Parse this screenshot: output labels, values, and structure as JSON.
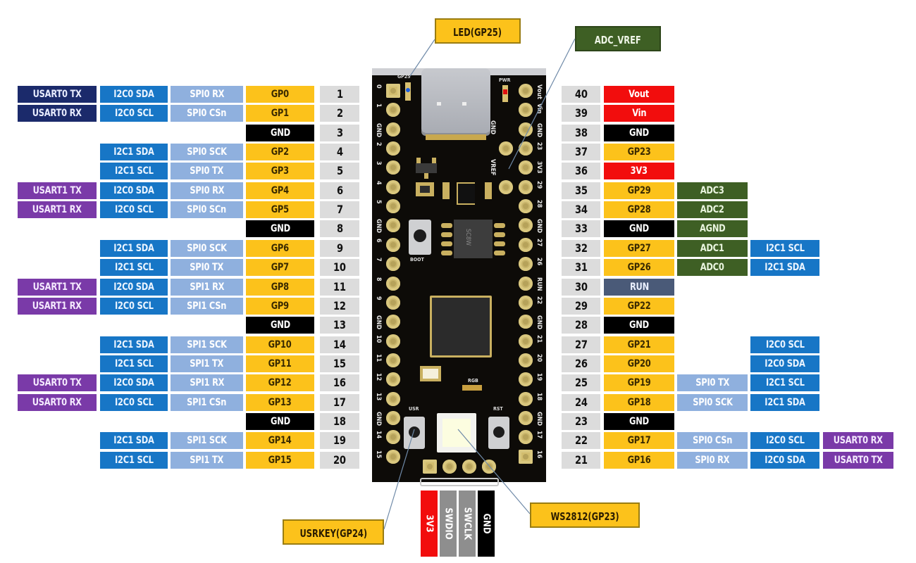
{
  "colors": {
    "usart0": "#1b2a6b",
    "usart1": "#7a3aa8",
    "i2c": "#1776c6",
    "spi": "#8fb0de",
    "gpio": "#fcc21b",
    "gnd": "#000000",
    "power": "#f20d0d",
    "adc": "#3e5f24",
    "run": "#4a5a78",
    "pin_number": "#dcdcdc",
    "board": "#0d0b08"
  },
  "callouts": {
    "led": "LED(GP25)",
    "adc_vref": "ADC_VREF",
    "usrkey": "USRKEY(GP24)",
    "ws2812": "WS2812(GP23)"
  },
  "swd_header": [
    "3V3",
    "SWDIO",
    "SWCLK",
    "GND"
  ],
  "left_pins": [
    {
      "pin": "1",
      "gpio": "GP0",
      "spi": "SPI0 RX",
      "i2c": "I2C0 SDA",
      "usart": "USART0 TX",
      "usart_type": "usart0"
    },
    {
      "pin": "2",
      "gpio": "GP1",
      "spi": "SPI0 CSn",
      "i2c": "I2C0 SCL",
      "usart": "USART0 RX",
      "usart_type": "usart0"
    },
    {
      "pin": "3",
      "gpio": "GND"
    },
    {
      "pin": "4",
      "gpio": "GP2",
      "spi": "SPI0 SCK",
      "i2c": "I2C1 SDA"
    },
    {
      "pin": "5",
      "gpio": "GP3",
      "spi": "SPI0 TX",
      "i2c": "I2C1 SCL"
    },
    {
      "pin": "6",
      "gpio": "GP4",
      "spi": "SPI0 RX",
      "i2c": "I2C0 SDA",
      "usart": "USART1 TX",
      "usart_type": "usart1"
    },
    {
      "pin": "7",
      "gpio": "GP5",
      "spi": "SPI0 SCn",
      "i2c": "I2C0 SCL",
      "usart": "USART1 RX",
      "usart_type": "usart1"
    },
    {
      "pin": "8",
      "gpio": "GND"
    },
    {
      "pin": "9",
      "gpio": "GP6",
      "spi": "SPI0 SCK",
      "i2c": "I2C1 SDA"
    },
    {
      "pin": "10",
      "gpio": "GP7",
      "spi": "SPI0 TX",
      "i2c": "I2C1 SCL"
    },
    {
      "pin": "11",
      "gpio": "GP8",
      "spi": "SPI1 RX",
      "i2c": "I2C0 SDA",
      "usart": "USART1 TX",
      "usart_type": "usart1"
    },
    {
      "pin": "12",
      "gpio": "GP9",
      "spi": "SPI1 CSn",
      "i2c": "I2C0 SCL",
      "usart": "USART1 RX",
      "usart_type": "usart1"
    },
    {
      "pin": "13",
      "gpio": "GND"
    },
    {
      "pin": "14",
      "gpio": "GP10",
      "spi": "SPI1 SCK",
      "i2c": "I2C1 SDA"
    },
    {
      "pin": "15",
      "gpio": "GP11",
      "spi": "SPI1 TX",
      "i2c": "I2C1 SCL"
    },
    {
      "pin": "16",
      "gpio": "GP12",
      "spi": "SPI1 RX",
      "i2c": "I2C0 SDA",
      "usart": "USART0 TX",
      "usart_type": "usart1"
    },
    {
      "pin": "17",
      "gpio": "GP13",
      "spi": "SPI1 CSn",
      "i2c": "I2C0 SCL",
      "usart": "USART0 RX",
      "usart_type": "usart1"
    },
    {
      "pin": "18",
      "gpio": "GND"
    },
    {
      "pin": "19",
      "gpio": "GP14",
      "spi": "SPI1 SCK",
      "i2c": "I2C1 SDA"
    },
    {
      "pin": "20",
      "gpio": "GP15",
      "spi": "SPI1 TX",
      "i2c": "I2C1 SCL"
    }
  ],
  "right_pins": [
    {
      "pin": "40",
      "main": "Vout",
      "main_type": "pwr"
    },
    {
      "pin": "39",
      "main": "Vin",
      "main_type": "pwr"
    },
    {
      "pin": "38",
      "main": "GND",
      "main_type": "gnd"
    },
    {
      "pin": "37",
      "main": "GP23",
      "main_type": "gp"
    },
    {
      "pin": "36",
      "main": "3V3",
      "main_type": "pwr"
    },
    {
      "pin": "35",
      "main": "GP29",
      "main_type": "gp",
      "c3": "ADC3",
      "c3_type": "adc"
    },
    {
      "pin": "34",
      "main": "GP28",
      "main_type": "gp",
      "c3": "ADC2",
      "c3_type": "adc"
    },
    {
      "pin": "33",
      "main": "GND",
      "main_type": "gnd",
      "c3": "AGND",
      "c3_type": "adc"
    },
    {
      "pin": "32",
      "main": "GP27",
      "main_type": "gp",
      "c3": "ADC1",
      "c3_type": "adc",
      "c4": "I2C1 SCL"
    },
    {
      "pin": "31",
      "main": "GP26",
      "main_type": "gp",
      "c3": "ADC0",
      "c3_type": "adc",
      "c4": "I2C1 SDA"
    },
    {
      "pin": "30",
      "main": "RUN",
      "main_type": "run"
    },
    {
      "pin": "29",
      "main": "GP22",
      "main_type": "gp"
    },
    {
      "pin": "28",
      "main": "GND",
      "main_type": "gnd"
    },
    {
      "pin": "27",
      "main": "GP21",
      "main_type": "gp",
      "c4": "I2C0 SCL"
    },
    {
      "pin": "26",
      "main": "GP20",
      "main_type": "gp",
      "c4": "I2C0 SDA"
    },
    {
      "pin": "25",
      "main": "GP19",
      "main_type": "gp",
      "c3": "SPI0 TX",
      "c3_type": "spi",
      "c4": "I2C1 SCL"
    },
    {
      "pin": "24",
      "main": "GP18",
      "main_type": "gp",
      "c3": "SPI0 SCK",
      "c3_type": "spi",
      "c4": "I2C1 SDA"
    },
    {
      "pin": "23",
      "main": "GND",
      "main_type": "gnd"
    },
    {
      "pin": "22",
      "main": "GP17",
      "main_type": "gp",
      "c3": "SPI0 CSn",
      "c3_type": "spi",
      "c4": "I2C0 SCL",
      "c5": "USART0 RX"
    },
    {
      "pin": "21",
      "main": "GP16",
      "main_type": "gp",
      "c3": "SPI0 RX",
      "c3_type": "spi",
      "c4": "I2C0 SDA",
      "c5": "USART0 TX"
    }
  ],
  "board": {
    "left_silk": [
      "0",
      "1",
      "GND",
      "2",
      "3",
      "4",
      "5",
      "GND",
      "6",
      "7",
      "8",
      "9",
      "GND",
      "10",
      "11",
      "12",
      "13",
      "GND",
      "14",
      "15"
    ],
    "right_silk": [
      "Vout",
      "Vin",
      "GND",
      "23",
      "3V3",
      "29",
      "28",
      "GND",
      "27",
      "26",
      "RUN",
      "22",
      "GND",
      "21",
      "20",
      "19",
      "18",
      "GND",
      "17",
      "16"
    ],
    "inner_silk": [
      "GND",
      "VREF"
    ],
    "labels": {
      "led": "GP25",
      "pwr": "PWR",
      "boot": "BOOT",
      "usr": "USR",
      "rst": "RST",
      "rgb": "RGB",
      "flash": "SC8W"
    }
  }
}
